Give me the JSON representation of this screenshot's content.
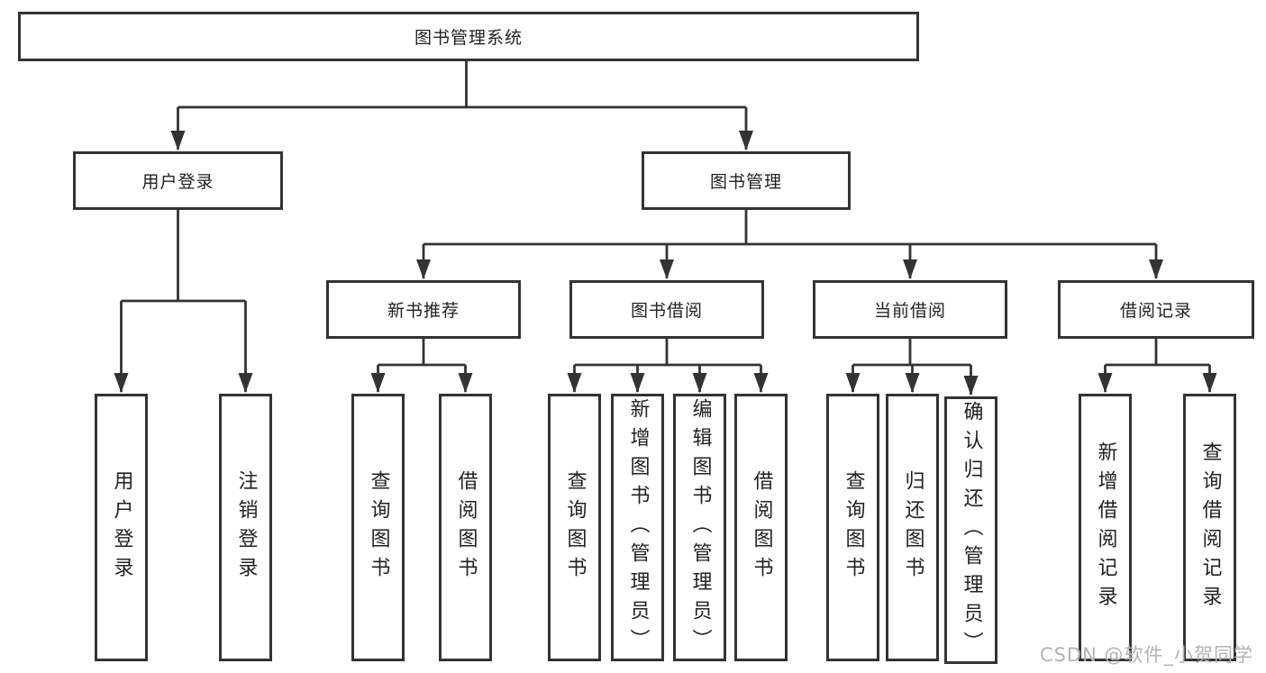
{
  "diagram": {
    "title": "图书管理系统",
    "root": {
      "label": "图书管理系统"
    },
    "level1": [
      {
        "id": "user-login",
        "label": "用户登录"
      },
      {
        "id": "book-management",
        "label": "图书管理"
      }
    ],
    "level2": [
      {
        "id": "new-book-recommend",
        "label": "新书推荐"
      },
      {
        "id": "book-borrow",
        "label": "图书借阅"
      },
      {
        "id": "current-borrow",
        "label": "当前借阅"
      },
      {
        "id": "borrow-records",
        "label": "借阅记录"
      }
    ],
    "leaves": {
      "user_login": [
        "用户登录",
        "注销登录"
      ],
      "new_book": [
        "查询图书",
        "借阅图书"
      ],
      "borrow": [
        "查询图书",
        "新增图书（管理员）",
        "编辑图书（管理员）",
        "借阅图书"
      ],
      "current": [
        "查询图书",
        "归还图书",
        "确认归还（管理员）"
      ],
      "records": [
        "新增借阅记录",
        "查询借阅记录"
      ]
    }
  },
  "watermark": "CSDN @软件_小贺同学",
  "colors": {
    "line": "#333333",
    "text": "#222222",
    "watermark": "#b3b3b3",
    "background": "#ffffff"
  }
}
